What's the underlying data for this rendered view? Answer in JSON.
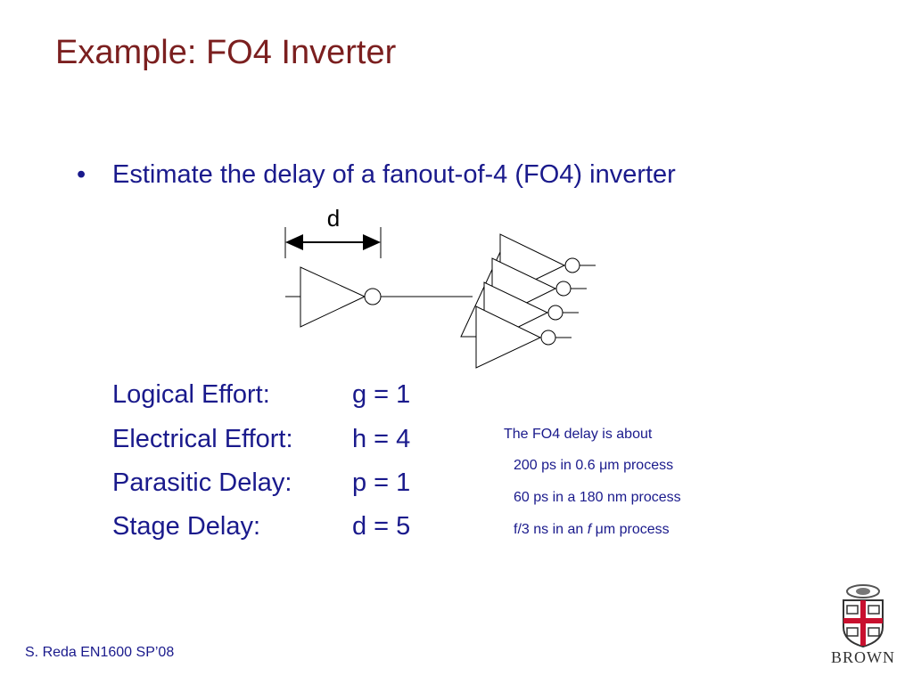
{
  "slide": {
    "title": "Example: FO4 Inverter",
    "bullet_marker": "•",
    "bullet": "Estimate the delay of a fanout-of-4 (FO4) inverter",
    "diagram_label": "d"
  },
  "efforts": [
    {
      "label": "Logical Effort:",
      "value": "g = 1"
    },
    {
      "label": "Electrical Effort:",
      "value": "h = 4"
    },
    {
      "label": "Parasitic Delay:",
      "value": "p = 1"
    },
    {
      "label": "Stage Delay:",
      "value": "d = 5"
    }
  ],
  "notes": {
    "heading": "The FO4 delay is about",
    "line1": "200 ps in 0.6 μm process",
    "line2": "60 ps in a 180 nm process",
    "line3_prefix": "f/3 ns in an ",
    "line3_italic": "f",
    "line3_suffix": " μm process"
  },
  "footer": "S. Reda EN1600 SP’08",
  "logo": {
    "text": "BROWN",
    "icon": "brown-university-shield-icon"
  }
}
